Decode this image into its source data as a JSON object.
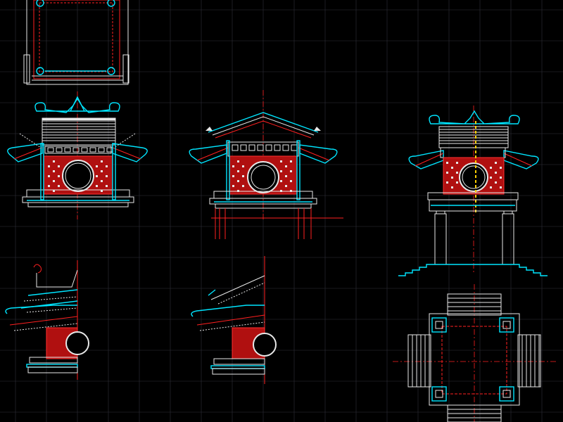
{
  "app": {
    "canvas": "cad-model-space"
  },
  "colors": {
    "background": "#000000",
    "grid": "#2e2e3a",
    "outline": "#e8e8e8",
    "red": "#ff2020",
    "cyan": "#00e5ff",
    "yellow": "#ffd000"
  },
  "views": [
    {
      "id": "plan-top-left"
    },
    {
      "id": "front-elevation-left"
    },
    {
      "id": "side-elevation-center"
    },
    {
      "id": "elevation-with-pillars-right"
    },
    {
      "id": "half-section-left"
    },
    {
      "id": "half-section-center"
    },
    {
      "id": "floor-plan-right"
    }
  ]
}
